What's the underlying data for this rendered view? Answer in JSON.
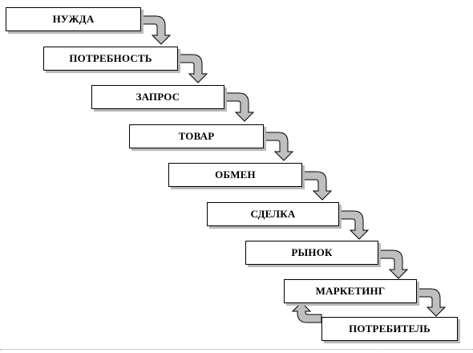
{
  "diagram": {
    "steps": [
      "НУЖДА",
      "ПОТРЕБНОСТЬ",
      "ЗАПРОС",
      "ТОВАР",
      "ОБМЕН",
      "СДЕЛКА",
      "РЫНОК",
      "МАРКЕТИНГ",
      "ПОТРЕБИТЕЛЬ"
    ],
    "colors": {
      "arrow_fill": "#bfbfbf",
      "border": "#000000",
      "shadow": "#b8b8b8"
    }
  }
}
